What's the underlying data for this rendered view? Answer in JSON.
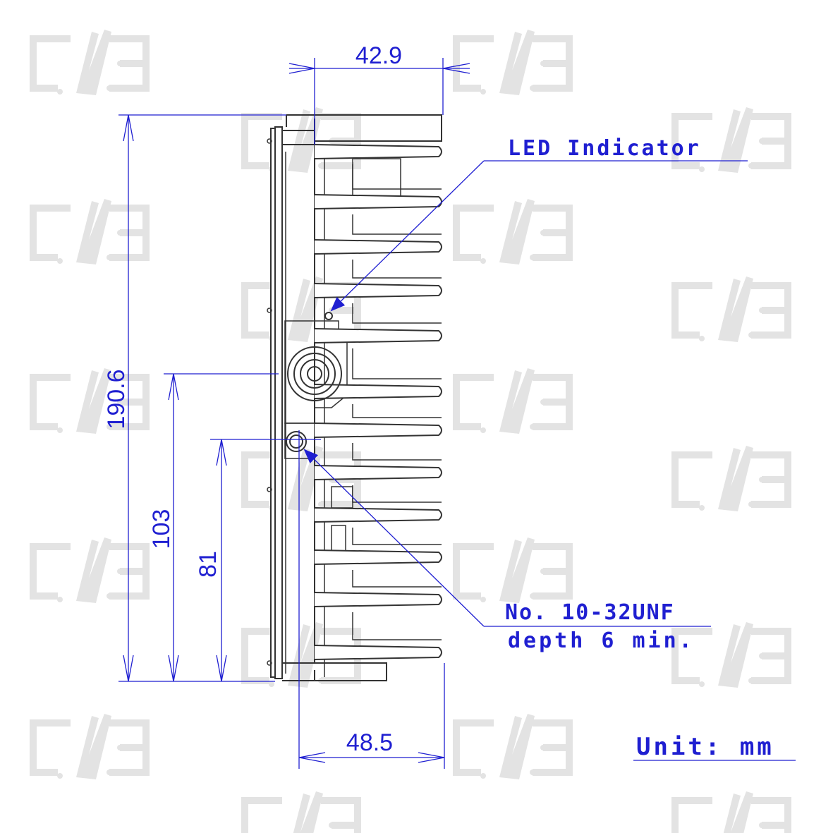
{
  "diagram": {
    "colors": {
      "dimension": "#1f1fd1",
      "outline": "#333333",
      "watermark": "#e3e3e3"
    },
    "dimensions": {
      "top_width": "42.9",
      "bottom_width": "48.5",
      "total_height": "190.6",
      "connector_height": "103",
      "thread_height": "81"
    },
    "callouts": {
      "led": "LED Indicator",
      "thread_line1": "No. 10-32UNF",
      "thread_line2": "depth 6 min."
    },
    "unit_label": "Unit: mm",
    "watermark_icon": "cne-logo-icon"
  }
}
